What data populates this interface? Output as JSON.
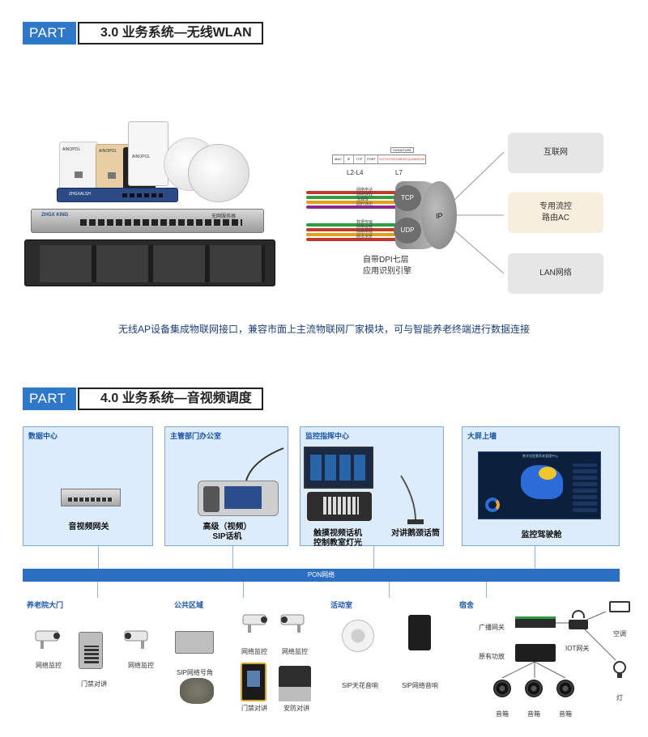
{
  "section3": {
    "part_label": "PART",
    "title": "3.0 业务系统—无线WLAN",
    "brand_labels": [
      "AINOPOL",
      "AINOPOL",
      "AINOPOL",
      "ZHGXALSH",
      "ZHGX KING"
    ],
    "panel_text": "无网服务器",
    "dpi": {
      "header_cells": [
        "MAC",
        "IP",
        "TCP",
        "PORT"
      ],
      "signature_label": "SIGNATURE",
      "signature_text": "GOTOSTATEMENTQUNKNOW",
      "layer_left": "L2-L4",
      "layer_right": "L7",
      "tcp": "TCP",
      "udp": "UDP",
      "ip": "IP",
      "caption_line1": "自带DPI七层",
      "caption_line2": "应用识别引擎",
      "wire_labels_top": [
        "网络电话",
        "网络游戏",
        "流媒体",
        "即时通讯"
      ],
      "wire_labels_bottom": [
        "数据传输",
        "网络视频",
        "网络电视",
        "网页浏览"
      ]
    },
    "net_boxes": [
      "互联网",
      "专用流控\n路由AC",
      "LAN网络"
    ],
    "description": "无线AP设备集成物联网接口，兼容市面上主流物联网厂家模块，可与智能养老终端进行数据连接"
  },
  "section4": {
    "part_label": "PART",
    "title": "4.0 业务系统—音视频调度",
    "panels": [
      {
        "title": "数据中心",
        "device_label": "音视频网关"
      },
      {
        "title": "主管部门办公室",
        "device_label_1": "高级（视频）",
        "device_label_2": "SIP话机"
      },
      {
        "title": "监控指挥中心",
        "device_label_1": "触摸视频话机",
        "device_label_2": "控制教室灯光",
        "device_label_3": "对讲鹅颈话筒"
      },
      {
        "title": "大屏上墙",
        "device_label": "监控驾驶舱"
      }
    ],
    "pon_label": "PON网络",
    "groups": {
      "gate": {
        "title": "养老院大门",
        "labels": [
          "网络监控",
          "网络监控",
          "门禁对讲"
        ]
      },
      "public": {
        "title": "公共区域",
        "labels": [
          "SIP网络号角",
          "网络监控",
          "网络监控",
          "门禁对讲",
          "安防对讲"
        ]
      },
      "activity": {
        "title": "活动室",
        "labels": [
          "SIP天花音响",
          "SIP网络音响"
        ]
      },
      "dorm": {
        "title": "宿舍",
        "labels": [
          "广播网关",
          "原有功放",
          "音箱",
          "音箱",
          "音箱",
          "IOT网关",
          "空调",
          "灯"
        ]
      }
    },
    "dashboard_title": "数字化智慧养老管理中心"
  },
  "colors": {
    "accent": "#2f77c7",
    "pon": "#2a6fc2",
    "panel_bg": "#dcecfa",
    "panel_border": "#7fa9d9",
    "title_blue": "#1a55a8"
  }
}
